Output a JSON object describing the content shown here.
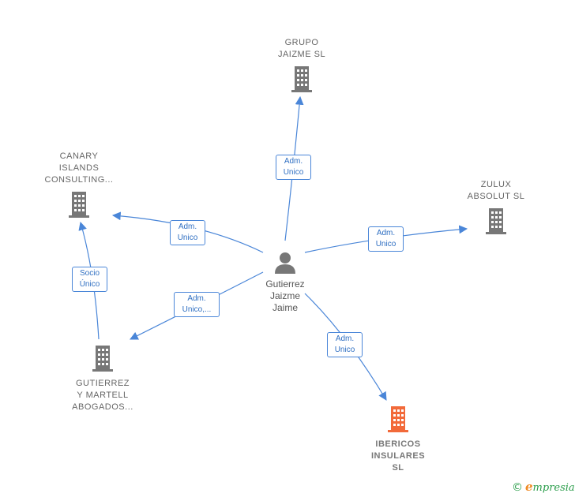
{
  "center": {
    "name": "Gutierrez\nJaizme\nJaime",
    "icon": "person-icon"
  },
  "companies": {
    "grupo": {
      "name": "GRUPO\nJAIZME  SL",
      "icon": "building-icon",
      "color": "#777777"
    },
    "canary": {
      "name": "CANARY\nISLANDS\nCONSULTING...",
      "icon": "building-icon",
      "color": "#777777"
    },
    "zulux": {
      "name": "ZULUX\nABSOLUT  SL",
      "icon": "building-icon",
      "color": "#777777"
    },
    "gutierrez": {
      "name": "GUTIERREZ\nY MARTELL\nABOGADOS...",
      "icon": "building-icon",
      "color": "#777777"
    },
    "ibericos": {
      "name": "IBERICOS\nINSULARES\nSL",
      "icon": "building-icon",
      "color": "#f26a3a"
    }
  },
  "relations": {
    "grupo": "Adm.\nUnico",
    "canary": "Adm.\nUnico",
    "zulux": "Adm.\nUnico",
    "gutierrez": "Adm.\nUnico,...",
    "ibericos": "Adm.\nUnico",
    "socio": "Socio\nÚnico"
  },
  "brand": {
    "copyright": "©",
    "initial": "e",
    "rest": "mpresia"
  },
  "colors": {
    "edge": "#4a86d8",
    "node": "#777777",
    "highlight": "#f26a3a"
  }
}
